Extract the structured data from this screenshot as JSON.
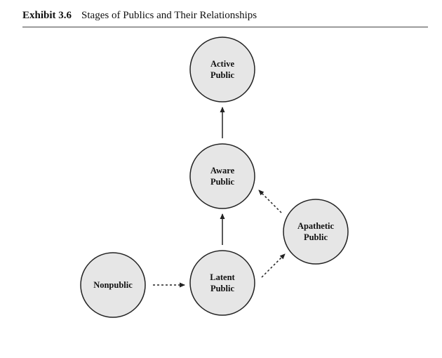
{
  "exhibit": {
    "number": "Exhibit 3.6",
    "title": "Stages of Publics and Their Relationships"
  },
  "colors": {
    "node_fill": "#e6e6e6",
    "node_stroke": "#222222",
    "arrow": "#222222"
  },
  "nodes": [
    {
      "id": "active",
      "lines": [
        "Active",
        "Public"
      ]
    },
    {
      "id": "aware",
      "lines": [
        "Aware",
        "Public"
      ]
    },
    {
      "id": "latent",
      "lines": [
        "Latent",
        "Public"
      ]
    },
    {
      "id": "apathetic",
      "lines": [
        "Apathetic",
        "Public"
      ]
    },
    {
      "id": "nonpublic",
      "lines": [
        "Nonpublic"
      ]
    }
  ],
  "edges": [
    {
      "from": "aware",
      "to": "active",
      "style": "solid"
    },
    {
      "from": "latent",
      "to": "aware",
      "style": "solid"
    },
    {
      "from": "nonpublic",
      "to": "latent",
      "style": "dashed"
    },
    {
      "from": "latent",
      "to": "apathetic",
      "style": "dashed"
    },
    {
      "from": "apathetic",
      "to": "aware",
      "style": "dashed"
    }
  ]
}
